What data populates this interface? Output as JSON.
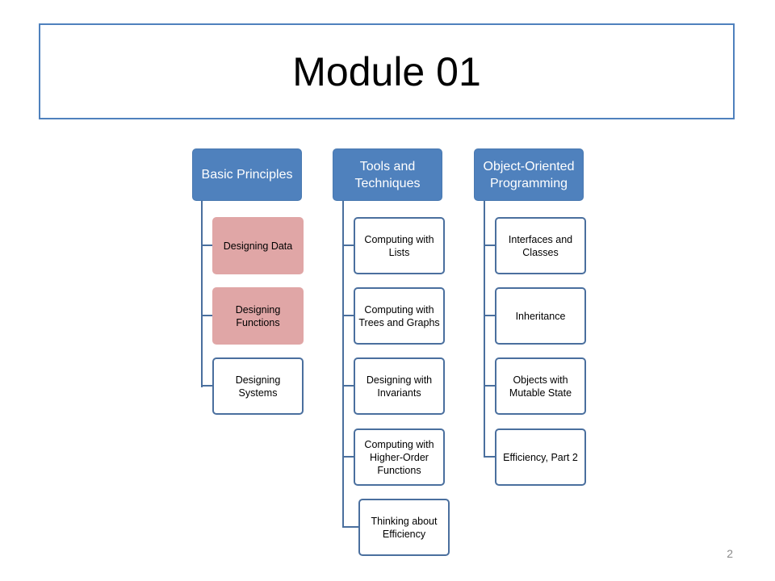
{
  "title": "Module 01",
  "page_number": "2",
  "colors": {
    "header_fill": "#4f81bd",
    "connector": "#4a6f9e",
    "highlight_fill": "#e0a6a6"
  },
  "columns": [
    {
      "header": "Basic Principles",
      "items": [
        {
          "label": "Designing Data",
          "highlighted": true
        },
        {
          "label": "Designing Functions",
          "highlighted": true
        },
        {
          "label": "Designing Systems",
          "highlighted": false
        }
      ]
    },
    {
      "header": "Tools and Techniques",
      "items": [
        {
          "label": "Computing with Lists",
          "highlighted": false
        },
        {
          "label": "Computing with Trees and Graphs",
          "highlighted": false
        },
        {
          "label": "Designing with Invariants",
          "highlighted": false
        },
        {
          "label": "Computing with Higher-Order Functions",
          "highlighted": false
        },
        {
          "label": "Thinking about Efficiency",
          "highlighted": false
        }
      ]
    },
    {
      "header": "Object-Oriented Programming",
      "items": [
        {
          "label": "Interfaces and Classes",
          "highlighted": false
        },
        {
          "label": "Inheritance",
          "highlighted": false
        },
        {
          "label": "Objects with Mutable State",
          "highlighted": false
        },
        {
          "label": "Efficiency, Part 2",
          "highlighted": false
        }
      ]
    }
  ]
}
